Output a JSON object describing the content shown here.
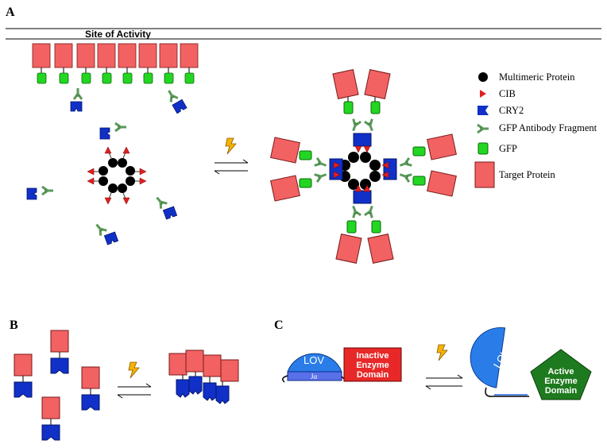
{
  "panels": {
    "a": "A",
    "b": "B",
    "c": "C"
  },
  "site_label": "Site of Activity",
  "legend": [
    {
      "label": "Multimeric Protein",
      "icon": "multimeric-protein-icon"
    },
    {
      "label": "CIB",
      "icon": "cib-icon"
    },
    {
      "label": "CRY2",
      "icon": "cry2-icon"
    },
    {
      "label": "GFP Antibody Fragment",
      "icon": "gfp-antibody-fragment-icon"
    },
    {
      "label": "GFP",
      "icon": "gfp-icon"
    },
    {
      "label": "Target Protein",
      "icon": "target-protein-icon"
    }
  ],
  "panel_c": {
    "lov": "LOV",
    "ja": "Jα",
    "inactive": [
      "Inactive",
      "Enzyme",
      "Domain"
    ],
    "active": [
      "Active",
      "Enzyme",
      "Domain"
    ]
  },
  "colors": {
    "target": "#f26262",
    "gfp": "#22d622",
    "cry2": "#1030c8",
    "cib": "#e02020",
    "antibody": "#5a9a5a",
    "lov": "#2a7de8",
    "active_enzyme": "#1e7a1e",
    "lightning": "#f4b400"
  }
}
